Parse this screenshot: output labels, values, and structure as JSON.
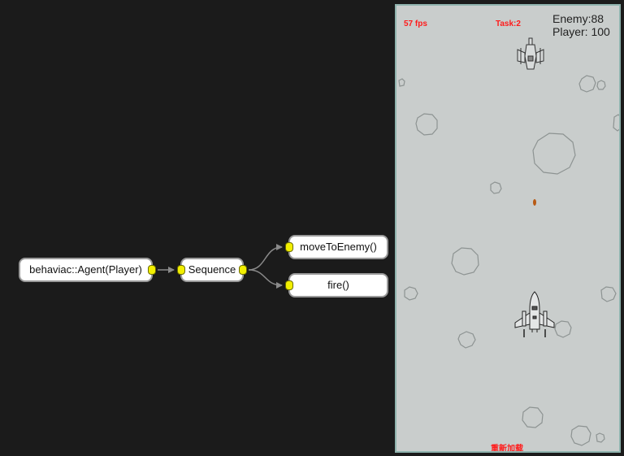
{
  "behavior_tree": {
    "root": {
      "label": "behaviac::Agent(Player)"
    },
    "sequence": {
      "label": "Sequence"
    },
    "children": [
      {
        "label": "moveToEnemy()"
      },
      {
        "label": "fire()"
      }
    ],
    "colors": {
      "background": "#1b1b1b",
      "node_fill": "#ffffff",
      "node_border": "#9a9a9a",
      "port": "#f2ef00",
      "link": "#8a8a8a"
    }
  },
  "game": {
    "fps": "57 fps",
    "task": "Task:2",
    "enemy": "Enemy:88",
    "player": "Player: 100",
    "reload": "重新加载",
    "colors": {
      "background": "#c9cdcc",
      "border": "#8fb3ae",
      "hud_red": "#ff1a1a",
      "bullet": "#b85a14"
    }
  }
}
